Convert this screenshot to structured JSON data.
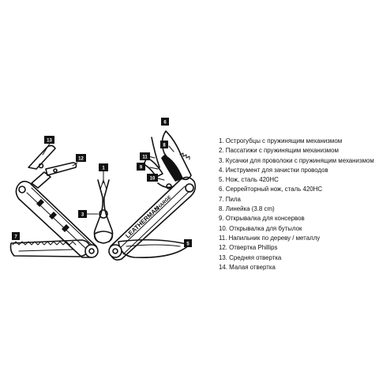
{
  "brand_text": "LEATHERMAN",
  "model_text": "CHARGE",
  "colors": {
    "ink": "#111111",
    "background": "#ffffff"
  },
  "legend": [
    "1. Острогубцы с пружинящим механизмом",
    "2. Пассатижи с пружинящим механизмом",
    "3. Кусачки для проволоки с пружинящим механизмом",
    "4. Инструмент для зачистки проводов",
    "5. Нож, сталь 420HC",
    "6. Серрейторный нож, сталь 420HC",
    "7. Пила",
    "8. Линейка (3.8 cm)",
    "9. Открывалка для консервов",
    "10. Открывалка для бутылок",
    "11. Напильник по дереву / металлу",
    "12. Отвертка Phillips",
    "13. Средняя отвертка",
    "14. Малая отвертка"
  ],
  "callouts": [
    {
      "id": "callout-1",
      "label": "1"
    },
    {
      "id": "callout-3",
      "label": "3"
    },
    {
      "id": "callout-5",
      "label": "5"
    },
    {
      "id": "callout-6",
      "label": "6"
    },
    {
      "id": "callout-7",
      "label": "7"
    },
    {
      "id": "callout-8",
      "label": "8"
    },
    {
      "id": "callout-9",
      "label": "9"
    },
    {
      "id": "callout-10",
      "label": "10"
    },
    {
      "id": "callout-11",
      "label": "11"
    },
    {
      "id": "callout-12",
      "label": "12"
    },
    {
      "id": "callout-13",
      "label": "13"
    }
  ]
}
